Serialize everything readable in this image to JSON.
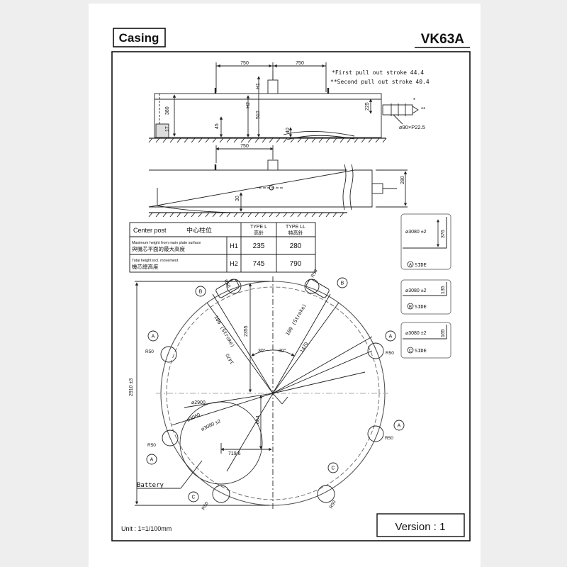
{
  "header": {
    "section": "Casing",
    "model": "VK63A"
  },
  "elevation": {
    "dims": {
      "left_750": "750",
      "right_750": "750",
      "mid_750": "750",
      "h1": "H1",
      "h2": "H2",
      "d510": "510",
      "d380": "380",
      "d17": "17",
      "d45": "45",
      "d40": "40",
      "d225": "225",
      "d280": "280",
      "d30": "30"
    },
    "stroke_note_1": "*First pull out stroke 44.4",
    "stroke_note_2": "**Second pull out stroke 40.4",
    "pin_label": "⌀90×P22.5",
    "star1": "*",
    "star2": "**"
  },
  "center_post": {
    "title": "Center post",
    "title_cn": "中心柱位",
    "type_l": "TYPE L",
    "type_l_cn": "高針",
    "type_ll": "TYPE LL",
    "type_ll_cn": "特高針",
    "rows": [
      {
        "desc": "Maximum height from main plate surface",
        "desc_cn": "與機芯平面的最大高度",
        "code": "H1",
        "l": "235",
        "ll": "280"
      },
      {
        "desc": "Total height incl. movement",
        "desc_cn": "機芯總高度",
        "code": "H2",
        "l": "745",
        "ll": "790"
      }
    ]
  },
  "side_views": [
    {
      "dia": "⌀3080 ±2",
      "height": "376",
      "letter": "A",
      "label": "SIDE"
    },
    {
      "dia": "⌀3080 ±2",
      "height": "135",
      "letter": "B",
      "label": "SIDE"
    },
    {
      "dia": "⌀3080 ±2",
      "height": "165",
      "letter": "C",
      "label": "SIDE"
    }
  ],
  "plan": {
    "r50": "R50",
    "dia_2900": "⌀2900",
    "dia_3060": "⌀3060",
    "dia_3080": "⌀3080 ±2",
    "dim_2910": "2910 ±3",
    "dim_2355": "2355",
    "dim_1470": "1470",
    "stroke_100": "100 (Stroke)",
    "angle_30": "30°",
    "dim_664": "664",
    "dim_719": "719.6",
    "battery": "Battery",
    "letters": {
      "a": "A",
      "b": "B",
      "c": "C"
    }
  },
  "footer": {
    "unit": "Unit : 1=1/100mm",
    "version": "Version : 1"
  }
}
